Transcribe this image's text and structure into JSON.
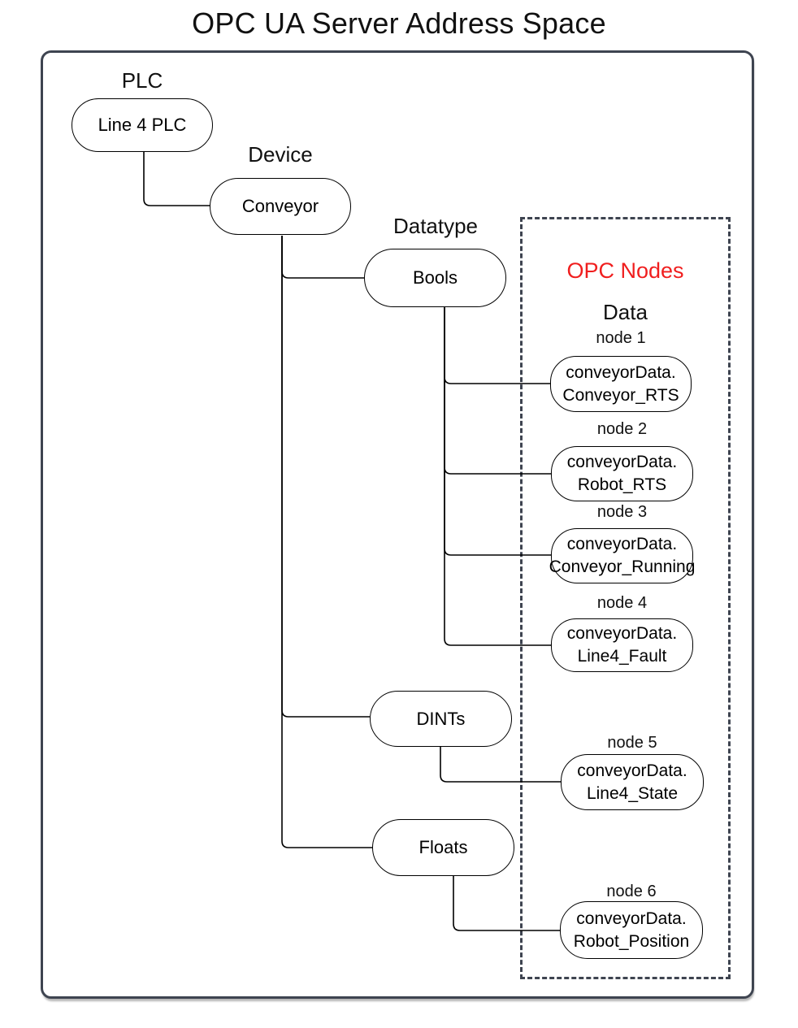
{
  "title": "OPC UA Server Address Space",
  "tree": {
    "plc_label": "PLC",
    "plc_node": "Line 4 PLC",
    "device_label": "Device",
    "device_node": "Conveyor",
    "datatype_label": "Datatype",
    "datatype_nodes": {
      "bools": "Bools",
      "dints": "DINTs",
      "floats": "Floats"
    }
  },
  "opc_nodes": {
    "title": "OPC Nodes",
    "subtitle": "Data",
    "items": [
      {
        "label": "node 1",
        "line1": "conveyorData.",
        "line2": "Conveyor_RTS"
      },
      {
        "label": "node 2",
        "line1": "conveyorData.",
        "line2": "Robot_RTS"
      },
      {
        "label": "node 3",
        "line1": "conveyorData.",
        "line2": "Conveyor_Running"
      },
      {
        "label": "node 4",
        "line1": "conveyorData.",
        "line2": "Line4_Fault"
      },
      {
        "label": "node 5",
        "line1": "conveyorData.",
        "line2": "Line4_State"
      },
      {
        "label": "node 6",
        "line1": "conveyorData.",
        "line2": "Robot_Position"
      }
    ]
  },
  "colors": {
    "opc_nodes_red": "#f01e1e",
    "frame_dark": "#3e4450",
    "connector_black": "#000000"
  }
}
